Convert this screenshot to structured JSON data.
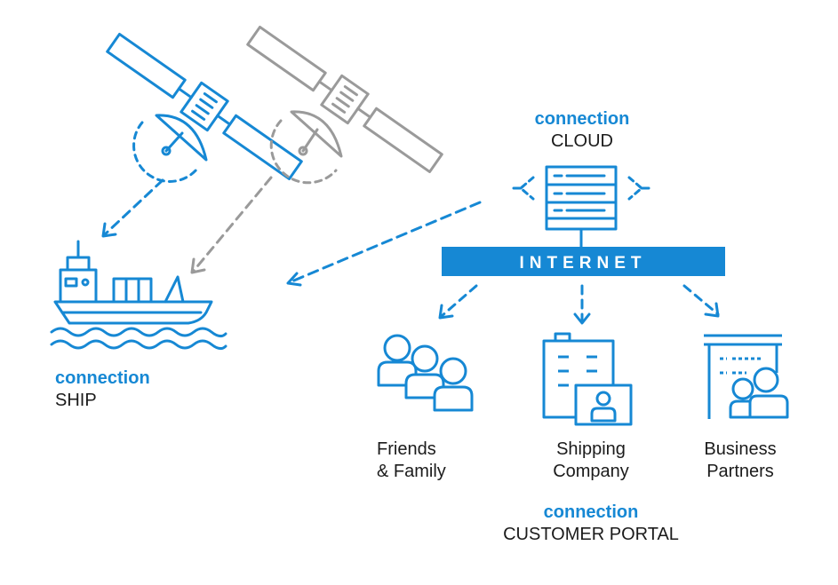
{
  "colors": {
    "accent": "#1688d4",
    "muted": "#9a9a9a",
    "text": "#1b1b1b"
  },
  "labels": {
    "cloud": {
      "accent": "connection",
      "main": "CLOUD"
    },
    "ship": {
      "accent": "connection",
      "main": "SHIP"
    },
    "portal": {
      "accent": "connection",
      "main": "CUSTOMER PORTAL"
    },
    "internet": "INTERNET",
    "groups": {
      "friends_line1": "Friends",
      "friends_line2": "& Family",
      "shipping_line1": "Shipping",
      "shipping_line2": "Company",
      "business_line1": "Business",
      "business_line2": "Partners"
    }
  },
  "icons": [
    "satellite-blue-icon",
    "satellite-gray-icon",
    "ship-icon",
    "cloud-server-icon",
    "people-group-icon",
    "building-person-icon",
    "office-partners-icon"
  ]
}
